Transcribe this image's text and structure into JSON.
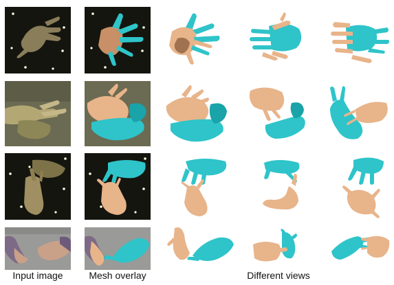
{
  "columns": {
    "input": "Input image",
    "mesh": "Mesh overlay",
    "views": "Different views"
  },
  "colors": {
    "mesh_hand": "#2ec4c9",
    "mesh_hand_dark": "#1aa3a8",
    "skin_hand": "#e8b48a",
    "skin_hand_dark": "#c98f66",
    "photo_dark_bg": "#15150f",
    "photo_grey_bg": "#6b6a52",
    "photo_light_bg": "#9a9a98",
    "marker_dot": "#fffbe0"
  },
  "rows": [
    {
      "scene": "interlocked-fingers-dark-background"
    },
    {
      "scene": "hand-grasping-hand-grey-background"
    },
    {
      "scene": "pinching-hands-dark-background"
    },
    {
      "scene": "hands-near-touch-light-background"
    }
  ]
}
